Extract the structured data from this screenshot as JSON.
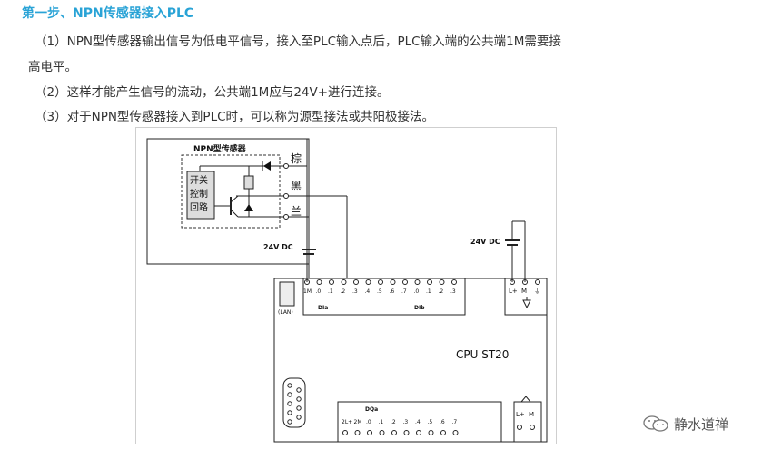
{
  "article": {
    "heading": "第一步、NPN传感器接入PLC",
    "p1a": "（1）NPN型传感器输出信号为低电平信号，接入至PLC输入点后，PLC输入端的公共端1M需要接",
    "p1b": "高电平。",
    "p2": "（2）这样才能产生信号的流动，公共端1M应与24V+进行连接。",
    "p3": "（3）对于NPN型传感器接入到PLC时，可以称为源型接法或共阳极接法。"
  },
  "diagram": {
    "sensor_title": "NPN型传感器",
    "switch_circuit": [
      "开关",
      "控制",
      "回路"
    ],
    "wire_brown": "棕",
    "wire_black": "黑",
    "wire_blue": "兰",
    "dc_left": "24V DC",
    "dc_right": "24V DC",
    "lan": "(LAN)",
    "di_labels": [
      "1M",
      ".0",
      ".1",
      ".2",
      ".3",
      ".4",
      ".5",
      ".6",
      ".7",
      ".0",
      ".1",
      ".2",
      ".3"
    ],
    "dia_label": "DIa",
    "dib_label": "DIb",
    "power_labels": [
      "L+",
      "M",
      "⏚"
    ],
    "cpu_label": "CPU  ST20",
    "dq_title": "DQa",
    "dq_labels": [
      "2L+",
      "2M",
      ".0",
      ".1",
      ".2",
      ".3",
      ".4",
      ".5",
      ".6",
      ".7"
    ],
    "power2_labels": [
      "L+",
      "M"
    ]
  },
  "watermark": {
    "text": "静水道禅",
    "icon": "wechat-icon"
  }
}
